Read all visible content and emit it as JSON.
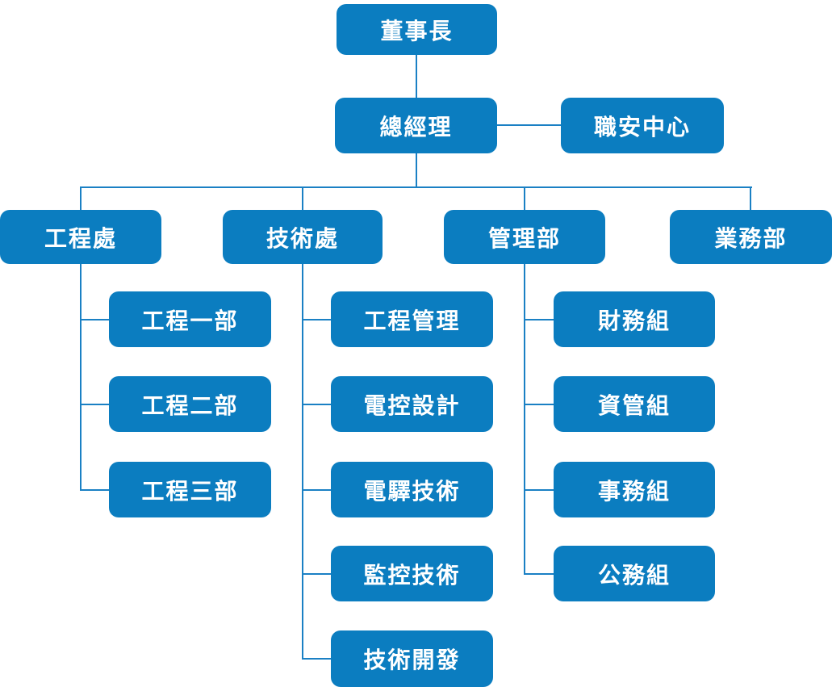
{
  "diagram_type": "organization-chart",
  "colors": {
    "box_fill": "#0b7dc0",
    "connector": "#1a80c4",
    "text": "#ffffff",
    "background": "#ffffff"
  },
  "org": {
    "chairman": {
      "label": "董事長"
    },
    "general_manager": {
      "label": "總經理"
    },
    "safety_center": {
      "label": "職安中心"
    },
    "divisions": [
      {
        "label": "工程處",
        "children": [
          {
            "label": "工程一部"
          },
          {
            "label": "工程二部"
          },
          {
            "label": "工程三部"
          }
        ]
      },
      {
        "label": "技術處",
        "children": [
          {
            "label": "工程管理"
          },
          {
            "label": "電控設計"
          },
          {
            "label": "電驛技術"
          },
          {
            "label": "監控技術"
          },
          {
            "label": "技術開發"
          }
        ]
      },
      {
        "label": "管理部",
        "children": [
          {
            "label": "財務組"
          },
          {
            "label": "資管組"
          },
          {
            "label": "事務組"
          },
          {
            "label": "公務組"
          }
        ]
      },
      {
        "label": "業務部",
        "children": []
      }
    ]
  }
}
